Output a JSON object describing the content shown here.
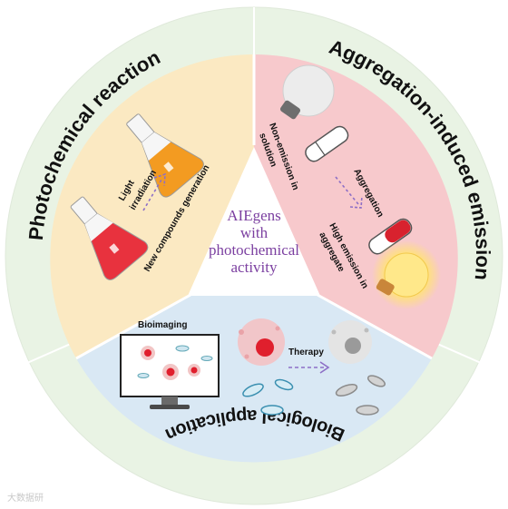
{
  "outer_ring": {
    "photochemical": "Photochemical reaction",
    "aie": "Aggregation-induced emission",
    "biological": "Biological application"
  },
  "center": {
    "line1": "AIEgens",
    "line2": "with",
    "line3": "photochemical",
    "line4": "activity"
  },
  "photochemical_panel": {
    "light_line1": "Light",
    "light_line2": "irradiation",
    "new_compounds": "New compounds generation"
  },
  "aie_panel": {
    "non_emission_line1": "Non-emission in",
    "non_emission_line2": "solution",
    "aggregation": "Aggregation",
    "high_emission_line1": "High emission in",
    "high_emission_line2": "aggregate"
  },
  "bio_panel": {
    "bioimaging": "Bioimaging",
    "therapy": "Therapy"
  },
  "watermark": "大数据研",
  "colors": {
    "outer_ring": "#e9f3e4",
    "photochemical_bg": "#fbe9c2",
    "aie_bg": "#f7c9cc",
    "bio_bg": "#d9e8f4",
    "center_text": "#7b3fa0",
    "arrow": "#8d6fc6"
  }
}
